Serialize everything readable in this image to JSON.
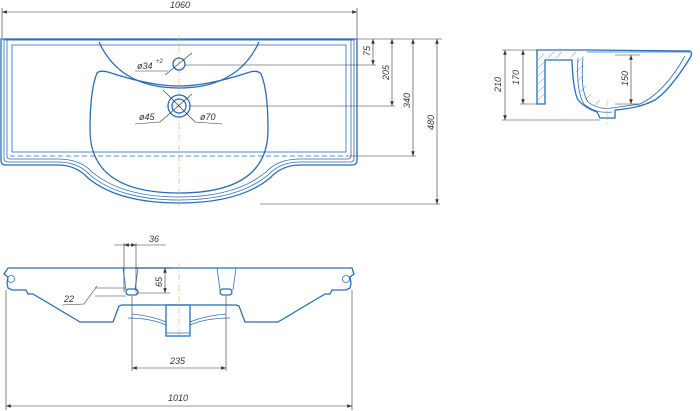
{
  "drawing": {
    "top_view": {
      "width_dim": "1060",
      "tap_hole_dim": "ø34",
      "tap_hole_tol": "+2",
      "drain_inner_dim": "ø45",
      "drain_outer_dim": "ø70",
      "dims_vertical": [
        "75",
        "205",
        "340",
        "480"
      ]
    },
    "front_view": {
      "tap_width_dim": "36",
      "tap_depth_dim": "65",
      "tap_offset_dim": "22",
      "holes_spacing_dim": "235",
      "mount_width_dim": "1010"
    },
    "side_view": {
      "height_dim": "210",
      "inner_height_dim": "170",
      "bowl_depth_dim": "150"
    }
  }
}
